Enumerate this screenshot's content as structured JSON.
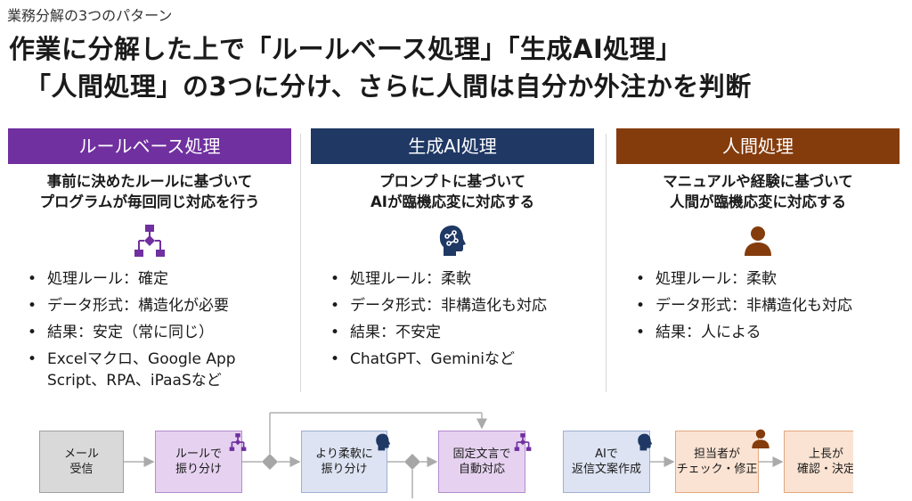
{
  "subtitle": "業務分解の3つのパターン",
  "headline": {
    "line1": "作業に分解した上で「ルールベース処理」「生成AI処理」",
    "line2": "「人間処理」の3つに分け、さらに人間は自分か外注かを判断"
  },
  "columns": [
    {
      "title": "ルールベース処理",
      "color": "#7030a0",
      "icon": "flowchart-icon",
      "desc1": "事前に決めたルールに基づいて",
      "desc2": "プログラムが毎回同じ対応を行う",
      "bullets": [
        "処理ルール：確定",
        "データ形式：構造化が必要",
        "結果：安定（常に同じ）",
        "Excelマクロ、Google App Script、RPA、iPaaSなど"
      ]
    },
    {
      "title": "生成AI処理",
      "color": "#1f3864",
      "icon": "ai-head-icon",
      "desc1": "プロンプトに基づいて",
      "desc2": "AIが臨機応変に対応する",
      "bullets": [
        "処理ルール：柔軟",
        "データ形式：非構造化も対応",
        "結果：不安定",
        "ChatGPT、Geminiなど"
      ]
    },
    {
      "title": "人間処理",
      "color": "#843c0c",
      "icon": "person-icon",
      "desc1": "マニュアルや経験に基づいて",
      "desc2": "人間が臨機応変に対応する",
      "bullets": [
        "処理ルール：柔軟",
        "データ形式：非構造化も対応",
        "結果：人による"
      ]
    }
  ],
  "flow": {
    "nodes": [
      {
        "label": "メール\n受信",
        "style": "gray"
      },
      {
        "label": "ルールで\n振り分け",
        "style": "purple",
        "icon": "flowchart-icon"
      },
      {
        "label": "より柔軟に\n振り分け",
        "style": "blue",
        "icon": "ai-head-icon"
      },
      {
        "label": "固定文言で\n自動対応",
        "style": "purple",
        "icon": "flowchart-icon"
      },
      {
        "label": "AIで\n返信文案作成",
        "style": "blue",
        "icon": "ai-head-icon"
      },
      {
        "label": "担当者が\nチェック・修正",
        "style": "orange",
        "icon": "person-icon"
      },
      {
        "label": "上長が\n確認・決定",
        "style": "orange"
      }
    ]
  }
}
